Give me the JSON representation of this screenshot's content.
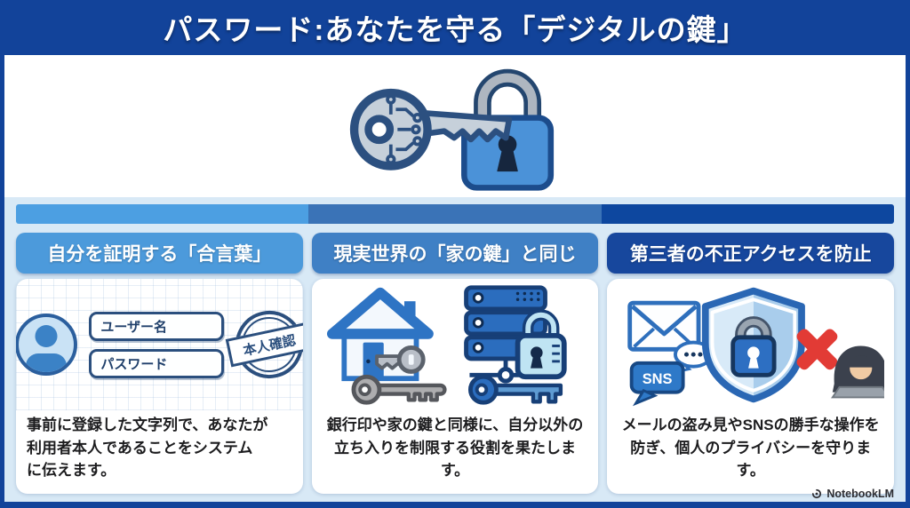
{
  "header": {
    "title": "パスワード:あなたを守る「デジタルの鍵」"
  },
  "hero": {
    "icon": "circuit-key-and-padlock"
  },
  "colors": {
    "navy": "#12439A",
    "panel_bg": "#D8E9F6",
    "bar_seg1": "#4C9FE2",
    "bar_seg2": "#3A73B7",
    "bar_seg3": "#0D479F",
    "pill1": "#4C9ADB",
    "pill2": "#3F80C5",
    "pill3": "#17479D",
    "accent_red": "#E23B35",
    "text_dark": "#1C1C1E"
  },
  "columns": [
    {
      "header": "自分を証明する「合言葉」",
      "body": "事前に登録した文字列で、あなたが\n利用者本人であることをシステム\nに伝えます。",
      "login": {
        "username_label": "ユーザー名",
        "password_label": "パスワード",
        "stamp_label": "本人確認"
      }
    },
    {
      "header": "現実世界の「家の鍵」と同じ",
      "body": "銀行印や家の鍵と同様に、自分以外の\n立ち入りを制限する役割を果たします。"
    },
    {
      "header": "第三者の不正アクセスを防止",
      "body": "メールの盗み見やSNSの勝手な操作を\n防ぎ、個人のプライバシーを守ります。",
      "sns_label": "SNS"
    }
  ],
  "footer": {
    "brand": "NotebookLM"
  }
}
